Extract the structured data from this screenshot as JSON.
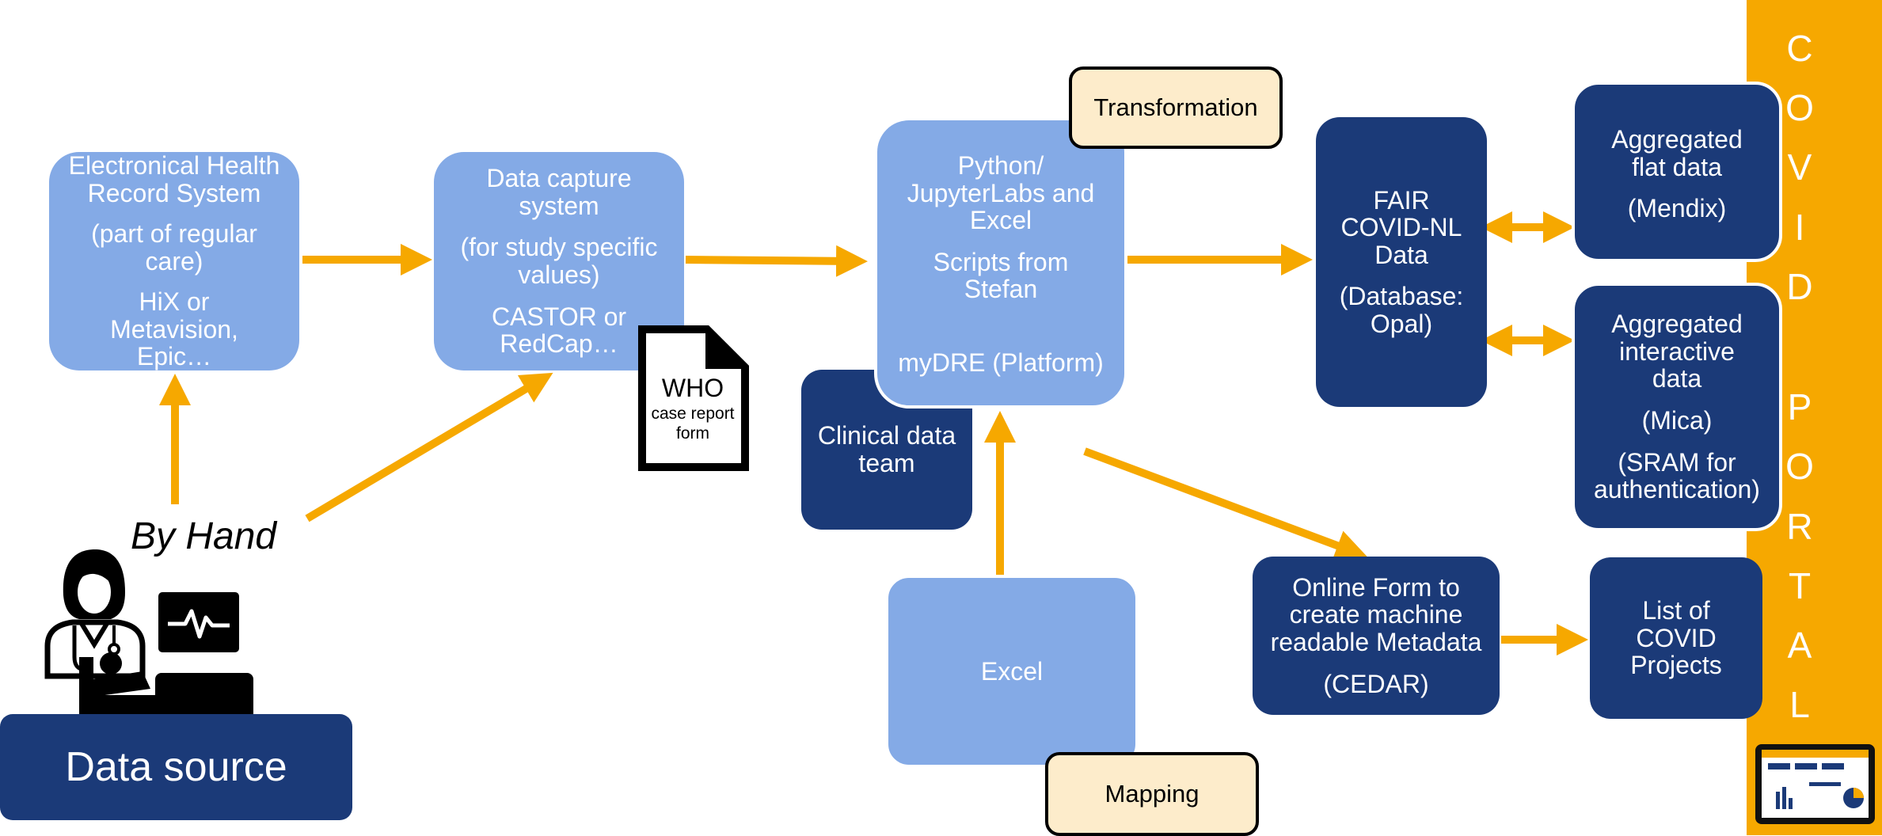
{
  "nodes": {
    "ehr": {
      "title": "Electronical Health Record System",
      "sub": "(part of regular care)",
      "examples": "HiX or Metavision, Epic…"
    },
    "capture": {
      "title": "Data capture system",
      "sub": "(for study specific values)",
      "examples": "CASTOR or RedCap…"
    },
    "python": {
      "title": "Python/ JupyterLabs and Excel",
      "scripts": "Scripts from Stefan",
      "platform": "myDRE (Platform)"
    },
    "clinical": {
      "label": "Clinical data team"
    },
    "excel": {
      "label": "Excel"
    },
    "fair": {
      "title": "FAIR COVID-NL Data",
      "sub": "(Database: Opal)"
    },
    "flat": {
      "title": "Aggregated flat data",
      "sub": "(Mendix)"
    },
    "interactive": {
      "title": "Aggregated interactive data",
      "sub": "(Mica)",
      "auth": "(SRAM for authentication)"
    },
    "online_form": {
      "title": "Online Form to create machine readable Metadata",
      "sub": "(CEDAR)"
    },
    "projects": {
      "label": "List of COVID Projects"
    },
    "source": {
      "label": "Data source"
    }
  },
  "notes": {
    "transformation": "Transformation",
    "mapping": "Mapping"
  },
  "who_form": {
    "title": "WHO",
    "sub": "case report form"
  },
  "by_hand": "By Hand",
  "portal": {
    "letters": [
      "C",
      "O",
      "V",
      "I",
      "D",
      "P",
      "O",
      "R",
      "T",
      "A",
      "L"
    ]
  },
  "icons": [
    "doctor-icon",
    "patient-bed-icon",
    "heart-monitor-icon",
    "document-icon",
    "tablet-dashboard-icon"
  ],
  "colors": {
    "light_box": "#84aae6",
    "dark_box": "#1b3a78",
    "arrow": "#f6a800",
    "portal": "#f6a800",
    "note": "#fdeccb"
  }
}
